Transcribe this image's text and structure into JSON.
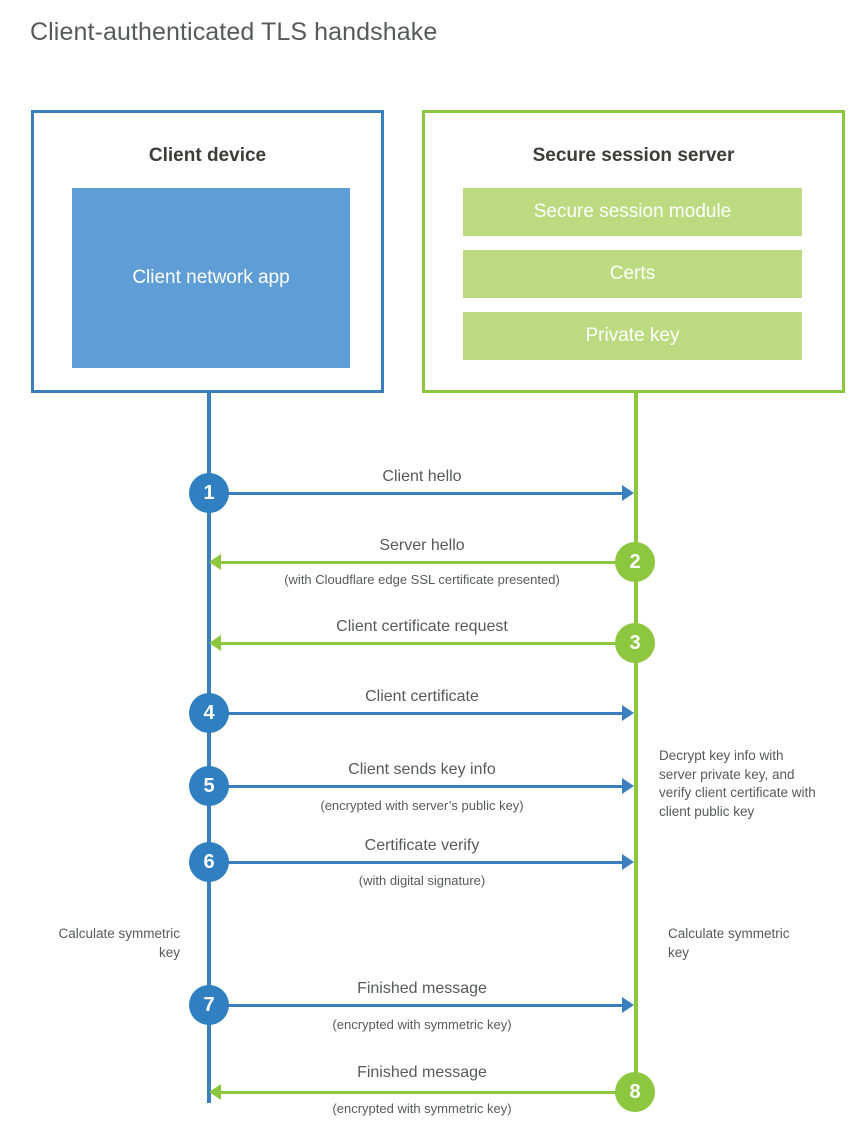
{
  "title": "Client-authenticated TLS handshake",
  "colors": {
    "blue_dark": "#3b7fbf",
    "blue_circle": "#2f7fc1",
    "blue_fill": "#5f9dd7",
    "green": "#8dc63f",
    "green_fill": "#bcdb80",
    "text": "#58595b",
    "heading": "#3c3c3b"
  },
  "client_box": {
    "title": "Client device",
    "app_label": "Client network app"
  },
  "server_box": {
    "title": "Secure session server",
    "modules": [
      "Secure session module",
      "Certs",
      "Private key"
    ]
  },
  "side_notes": {
    "server_decrypt": "Decrypt key info with server private key, and verify client certificate with client public key",
    "client_calculate": "Calculate symmetric key",
    "server_calculate": "Calculate symmetric key"
  },
  "steps": [
    {
      "number": "1",
      "direction": "right",
      "color": "blue",
      "label": "Client hello",
      "sub": ""
    },
    {
      "number": "2",
      "direction": "left",
      "color": "green",
      "label": "Server hello",
      "sub": "(with Cloudflare edge SSL certificate presented)"
    },
    {
      "number": "3",
      "direction": "left",
      "color": "green",
      "label": "Client certificate request",
      "sub": ""
    },
    {
      "number": "4",
      "direction": "right",
      "color": "blue",
      "label": "Client certificate",
      "sub": ""
    },
    {
      "number": "5",
      "direction": "right",
      "color": "blue",
      "label": "Client sends key info",
      "sub": "(encrypted with server’s public key)"
    },
    {
      "number": "6",
      "direction": "right",
      "color": "blue",
      "label": "Certificate verify",
      "sub": "(with digital signature)"
    },
    {
      "number": "7",
      "direction": "right",
      "color": "blue",
      "label": "Finished message",
      "sub": "(encrypted with symmetric key)"
    },
    {
      "number": "8",
      "direction": "left",
      "color": "green",
      "label": "Finished message",
      "sub": "(encrypted with symmetric key)"
    }
  ]
}
